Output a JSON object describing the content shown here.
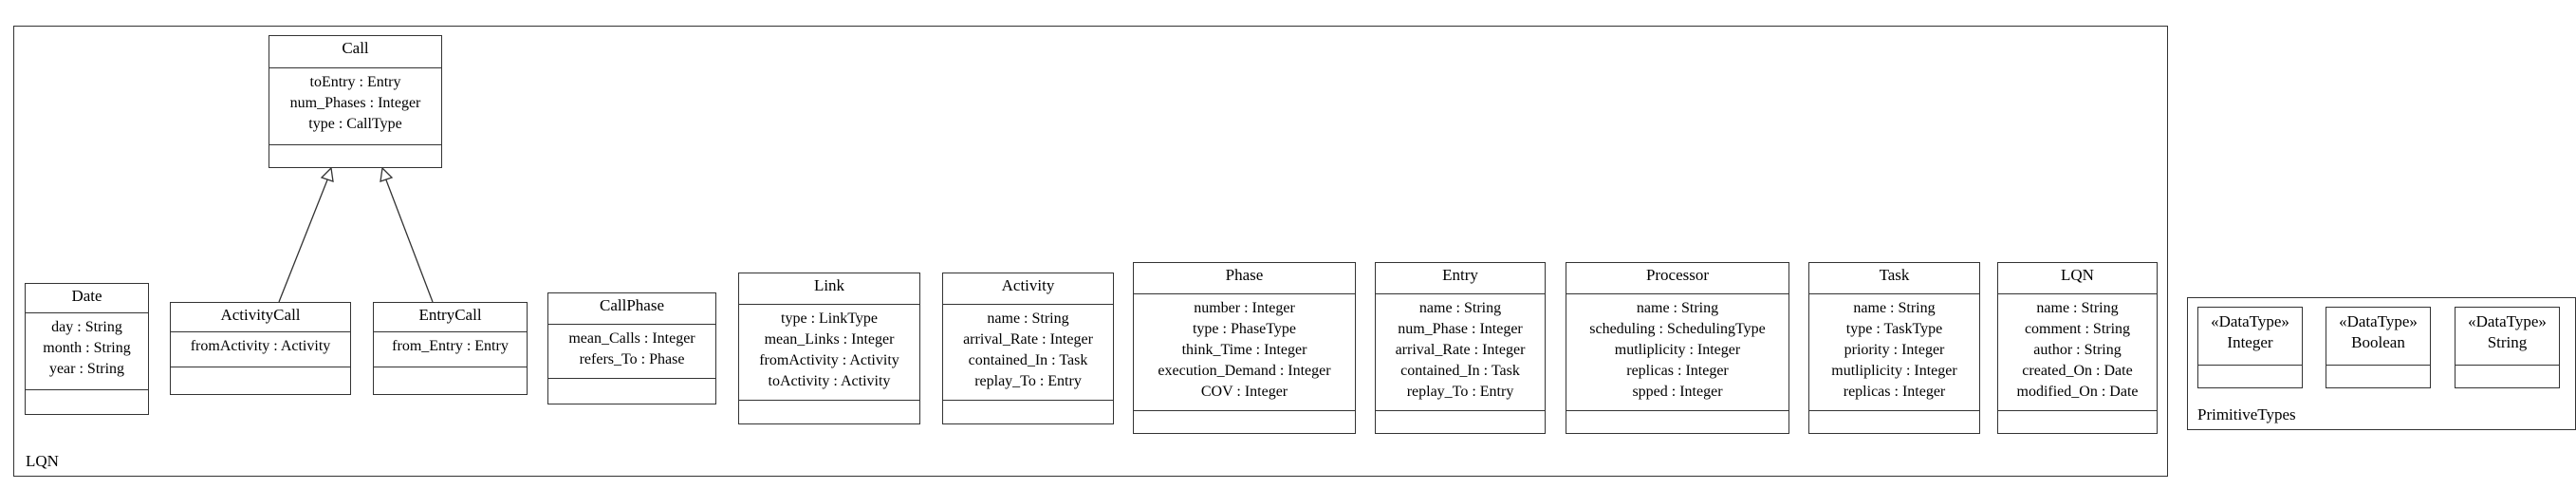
{
  "packages": {
    "lqn": {
      "label": "LQN"
    },
    "primitive": {
      "label": "PrimitiveTypes"
    }
  },
  "classes": {
    "call": {
      "name": "Call",
      "attrs": [
        "toEntry : Entry",
        "num_Phases : Integer",
        "type : CallType"
      ]
    },
    "date": {
      "name": "Date",
      "attrs": [
        "day : String",
        "month : String",
        "year : String"
      ]
    },
    "activitycall": {
      "name": "ActivityCall",
      "attrs": [
        "fromActivity : Activity"
      ]
    },
    "entrycall": {
      "name": "EntryCall",
      "attrs": [
        "from_Entry : Entry"
      ]
    },
    "callphase": {
      "name": "CallPhase",
      "attrs": [
        "mean_Calls : Integer",
        "refers_To : Phase"
      ]
    },
    "link": {
      "name": "Link",
      "attrs": [
        "type : LinkType",
        "mean_Links : Integer",
        "fromActivity : Activity",
        "toActivity : Activity"
      ]
    },
    "activity": {
      "name": "Activity",
      "attrs": [
        "name : String",
        "arrival_Rate : Integer",
        "contained_In : Task",
        "replay_To : Entry"
      ]
    },
    "phase": {
      "name": "Phase",
      "attrs": [
        "number : Integer",
        "type : PhaseType",
        "think_Time : Integer",
        "execution_Demand : Integer",
        "COV : Integer"
      ]
    },
    "entry": {
      "name": "Entry",
      "attrs": [
        "name : String",
        "num_Phase : Integer",
        "arrival_Rate : Integer",
        "contained_In : Task",
        "replay_To : Entry"
      ]
    },
    "processor": {
      "name": "Processor",
      "attrs": [
        "name : String",
        "scheduling : SchedulingType",
        "mutliplicity : Integer",
        "replicas : Integer",
        "spped : Integer"
      ]
    },
    "task": {
      "name": "Task",
      "attrs": [
        "name : String",
        "type : TaskType",
        "priority : Integer",
        "mutliplicity : Integer",
        "replicas : Integer"
      ]
    },
    "lqnclass": {
      "name": "LQN",
      "attrs": [
        "name : String",
        "comment : String",
        "author : String",
        "created_On : Date",
        "modified_On : Date"
      ]
    }
  },
  "datatypes": {
    "integer": {
      "stereotype": "«DataType»",
      "name": "Integer"
    },
    "boolean": {
      "stereotype": "«DataType»",
      "name": "Boolean"
    },
    "string": {
      "stereotype": "«DataType»",
      "name": "String"
    }
  }
}
